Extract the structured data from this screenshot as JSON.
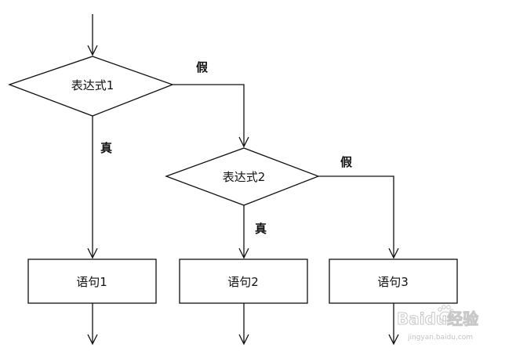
{
  "nodes": {
    "expr1": "表达式1",
    "expr2": "表达式2",
    "stmt1": "语句1",
    "stmt2": "语句2",
    "stmt3": "语句3"
  },
  "labels": {
    "expr1_false": "假",
    "expr1_true": "真",
    "expr2_false": "假",
    "expr2_true": "真"
  },
  "watermark": {
    "logo_text": "Baidu经验",
    "url": "jingyan.baidu.com"
  },
  "colors": {
    "stroke": "#111111",
    "background": "#ffffff",
    "watermark": "#c8c8c8"
  }
}
